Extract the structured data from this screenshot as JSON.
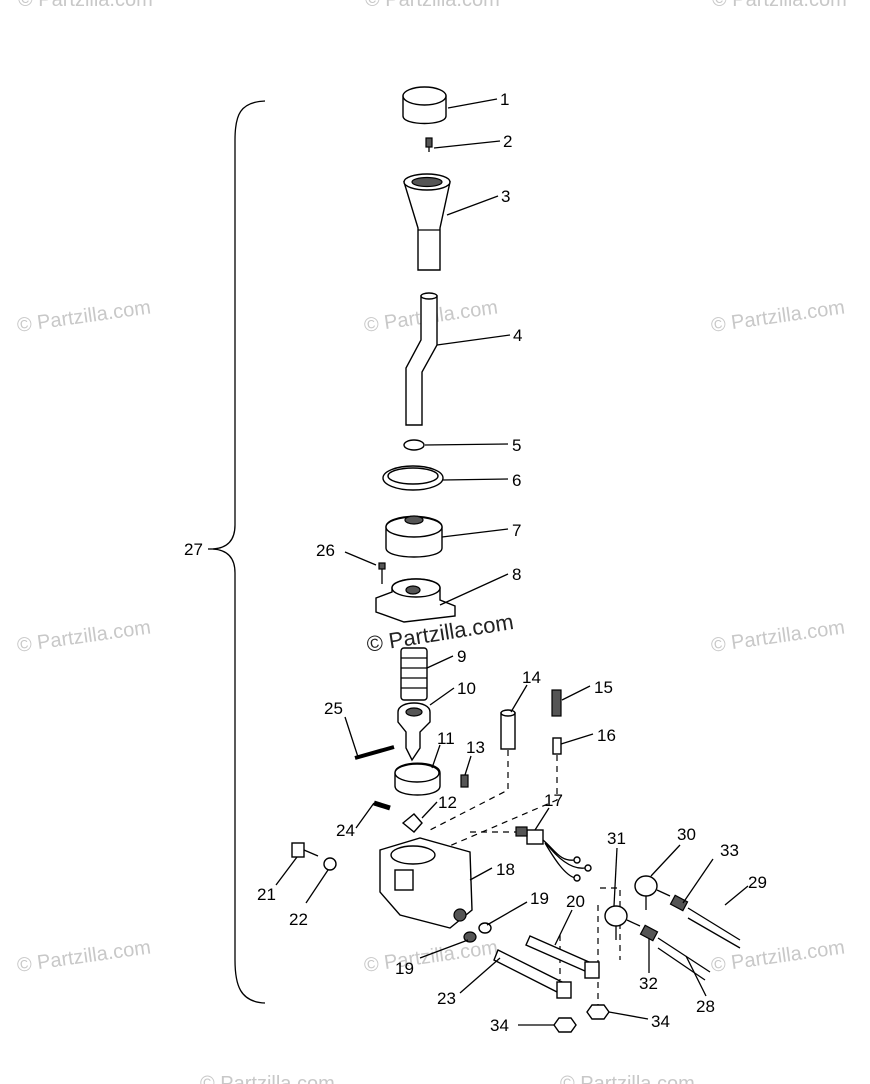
{
  "diagram": {
    "watermarks": [
      "© Partzilla.com",
      "© Partzilla.com",
      "© Partzilla.com",
      "© Partzilla.com",
      "© Partzilla.com",
      "© Partzilla.com",
      "© Partzilla.com",
      "© Partzilla.com",
      "© Partzilla.com",
      "© Partzilla.com",
      "© Partzilla.com",
      "© Partzilla.com",
      "© Partzilla.com"
    ],
    "center_watermark": "© Partzilla.com",
    "callouts": [
      "1",
      "2",
      "3",
      "4",
      "5",
      "6",
      "7",
      "8",
      "9",
      "10",
      "11",
      "12",
      "13",
      "14",
      "15",
      "16",
      "17",
      "18",
      "19",
      "19",
      "20",
      "21",
      "22",
      "23",
      "24",
      "25",
      "26",
      "27",
      "28",
      "29",
      "30",
      "31",
      "32",
      "33",
      "34",
      "34"
    ]
  }
}
